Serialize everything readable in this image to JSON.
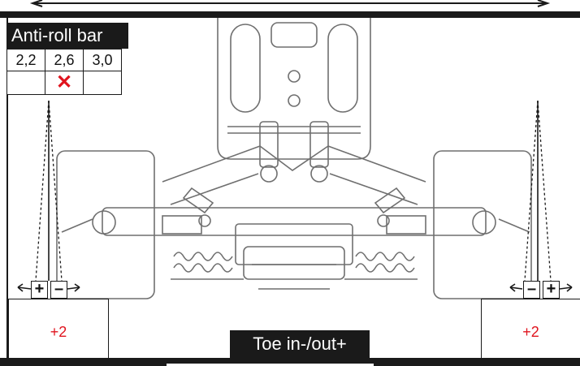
{
  "anti_roll_bar": {
    "title": "Anti-roll bar",
    "options": [
      "2,2",
      "2,6",
      "3,0"
    ],
    "selected_index": 1,
    "selected_mark": "✕"
  },
  "toe": {
    "label": "Toe in-/out+",
    "left_value": "+2",
    "right_value": "+2",
    "plus_symbol": "+",
    "minus_symbol": "–"
  },
  "colors": {
    "ink": "#1a1a1a",
    "accent_red": "#e0141e",
    "drawing_gray": "#6f6f6f"
  }
}
